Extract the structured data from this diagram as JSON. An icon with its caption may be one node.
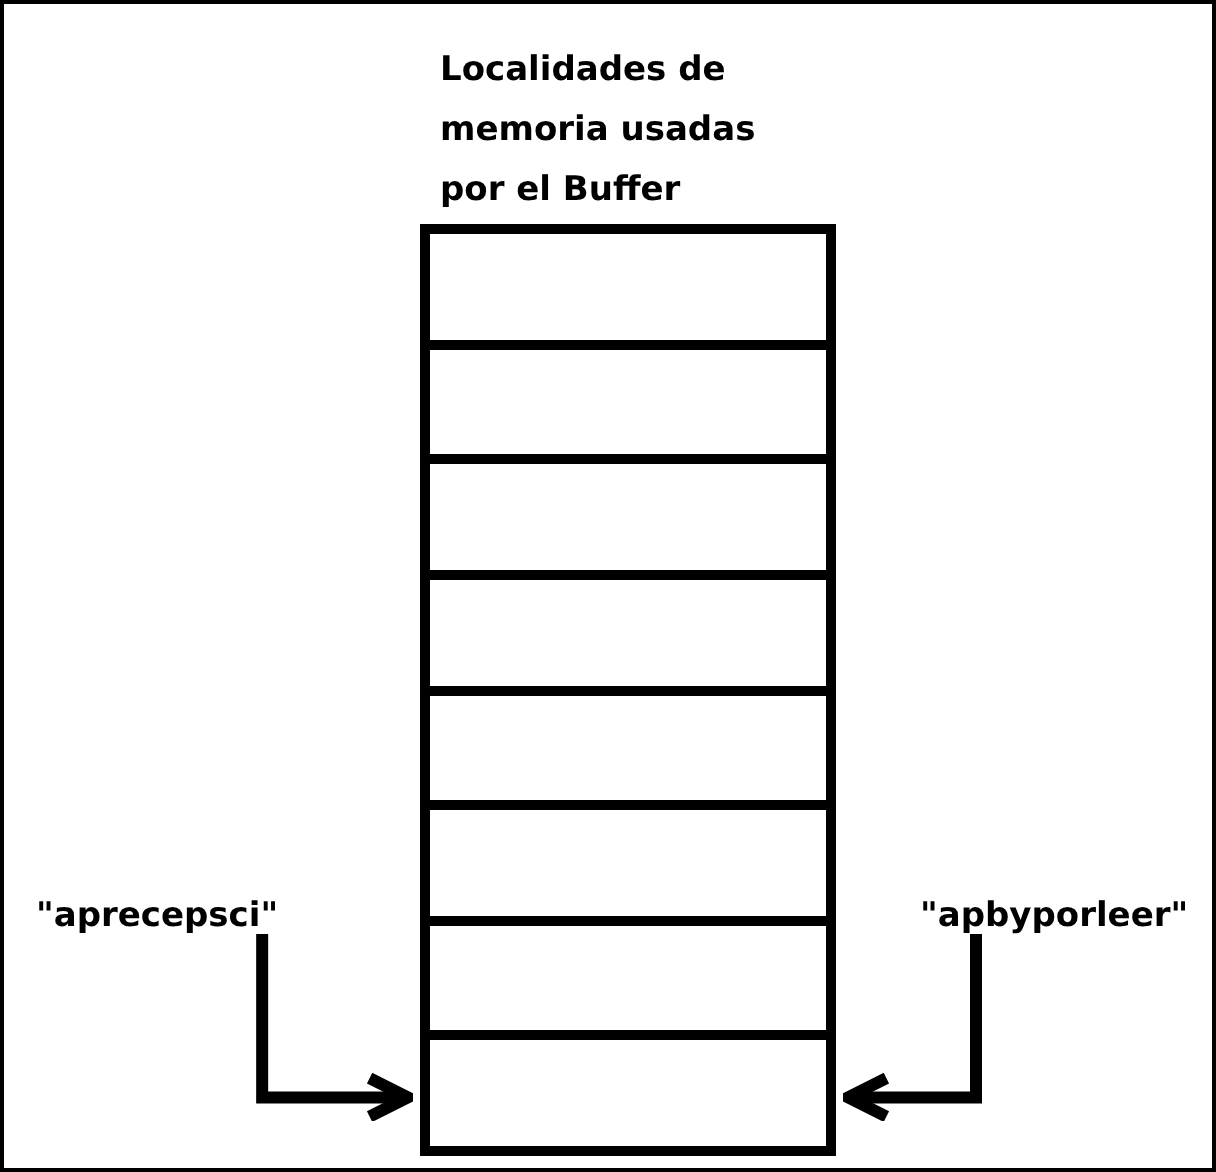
{
  "diagram": {
    "nodes": [
      {
        "text": [
          "Localidades de memoria usadas por el Buffer"
        ]
      },
      {
        "text": [],
        "shape": "box",
        "in": 0
      },
      {
        "text": [],
        "shape": "box",
        "in": 0
      },
      {
        "text": [],
        "shape": "box",
        "in": 0
      },
      {
        "text": [],
        "shape": "box",
        "in": 0
      },
      {
        "text": [],
        "shape": "box",
        "in": 0
      },
      {
        "text": [],
        "shape": "box",
        "in": 0
      },
      {
        "text": [],
        "shape": "box",
        "in": 0
      },
      {
        "text": [],
        "shape": "box",
        "in": 0
      },
      {
        "text": [
          "\"aprecepsci\""
        ]
      },
      {
        "text": [
          "\"apbyporleer\""
        ]
      }
    ],
    "edges": [
      {
        "from": 9,
        "to": 8,
        "arrow": "to"
      },
      {
        "from": 10,
        "to": 8,
        "arrow": "to"
      }
    ]
  }
}
